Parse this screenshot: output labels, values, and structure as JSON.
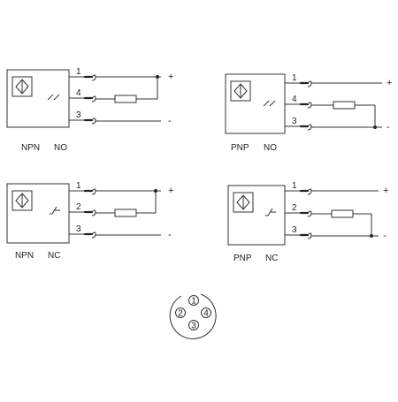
{
  "diagrams": [
    {
      "caption_type": "NPN",
      "caption_mode": "NO",
      "pins": [
        "1",
        "4",
        "3"
      ],
      "signs": [
        "+",
        "-"
      ]
    },
    {
      "caption_type": "PNP",
      "caption_mode": "NO",
      "pins": [
        "1",
        "4",
        "3"
      ],
      "signs": [
        "+",
        "-"
      ]
    },
    {
      "caption_type": "NPN",
      "caption_mode": "NC",
      "pins": [
        "1",
        "2",
        "3"
      ],
      "signs": [
        "+",
        "-"
      ]
    },
    {
      "caption_type": "PNP",
      "caption_mode": "NC",
      "pins": [
        "1",
        "2",
        "3"
      ],
      "signs": [
        "+",
        "-"
      ]
    }
  ],
  "connector": {
    "pins": [
      "1",
      "2",
      "4",
      "3"
    ]
  }
}
